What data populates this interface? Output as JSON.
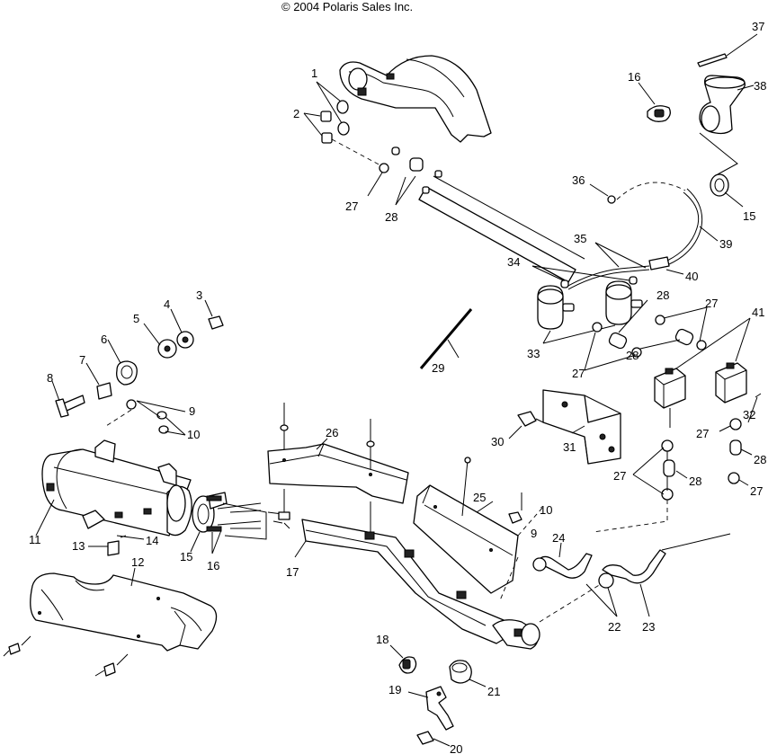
{
  "copyright": "© 2004 Polaris Sales Inc.",
  "callouts": [
    "1",
    "2",
    "3",
    "4",
    "5",
    "6",
    "7",
    "8",
    "9",
    "10",
    "11",
    "12",
    "13",
    "14",
    "15",
    "16",
    "17",
    "18",
    "19",
    "20",
    "21",
    "22",
    "23",
    "24",
    "25",
    "26",
    "27",
    "28",
    "29",
    "30",
    "31",
    "32",
    "33",
    "34",
    "35",
    "36",
    "37",
    "38",
    "39",
    "40",
    "41"
  ]
}
